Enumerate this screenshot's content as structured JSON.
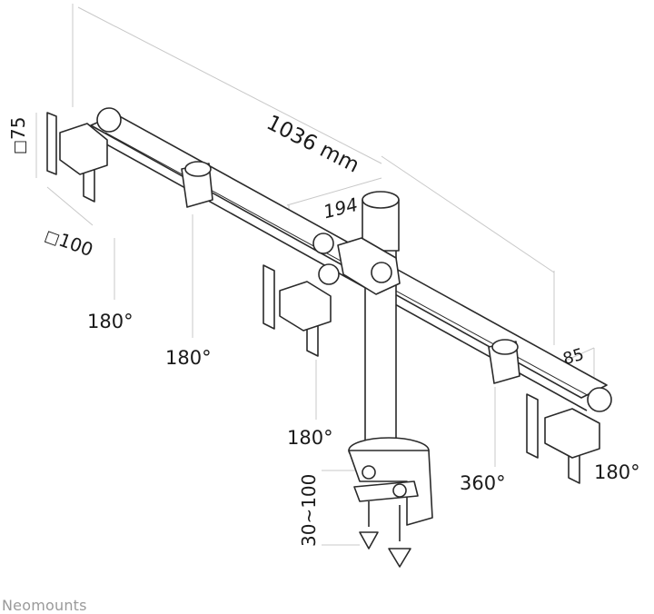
{
  "dimensions": {
    "total_width": "1036 mm",
    "center_spacing": "194",
    "end_offset": "85",
    "vesa_vertical": "75",
    "vesa_horizontal": "100",
    "clamp_range": "30~100",
    "square_symbol": "□"
  },
  "rotations": {
    "left_screen": "180°",
    "left_joint": "180°",
    "center_screen": "180°",
    "right_screen": "180°",
    "right_joint": "360°"
  },
  "brand": "Neomounts"
}
